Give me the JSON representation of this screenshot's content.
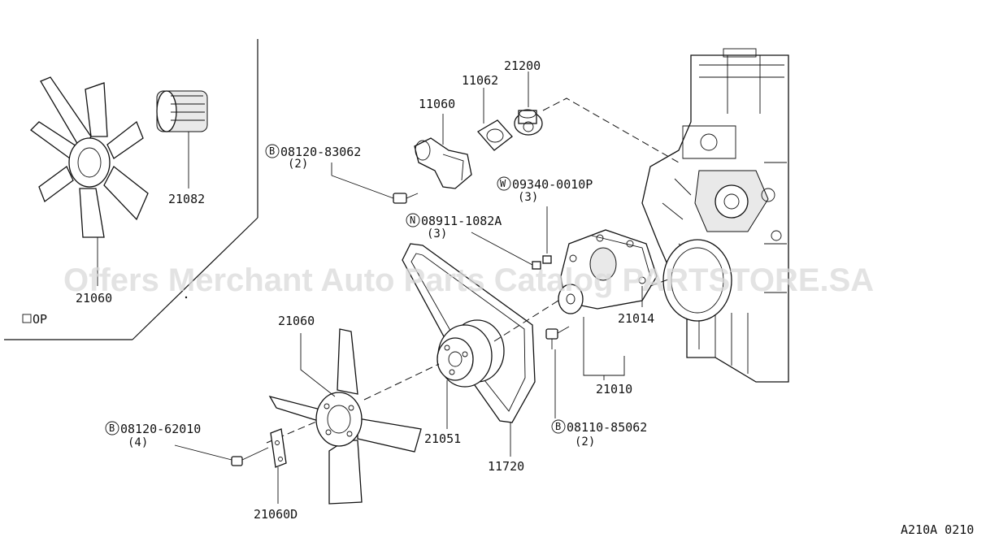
{
  "watermark": "Offers Merchant Auto Parts Catalog PARTSTORE.SA",
  "option_marker": "OP",
  "figure_code": "A210A 0210",
  "parts": {
    "fan_op": "21060",
    "fan_coupling": "21082",
    "fan_main": "21060",
    "water_outlet": "11060",
    "outlet_gasket": "11062",
    "thermostat": "21200",
    "bolt_outlet": {
      "prefix": "B",
      "number": "08120-83062",
      "qty": "(2)"
    },
    "washer": {
      "prefix": "W",
      "number": "09340-0010P",
      "qty": "(3)"
    },
    "nut": {
      "prefix": "N",
      "number": "08911-1082A",
      "qty": "(3)"
    },
    "pump_gasket": "21014",
    "water_pump": "21010",
    "pulley": "21051",
    "belt": "11720",
    "bolt_pump": {
      "prefix": "B",
      "number": "08110-85062",
      "qty": "(2)"
    },
    "bolt_fan": {
      "prefix": "B",
      "number": "08120-62010",
      "qty": "(4)"
    },
    "fan_spacer": "21060D"
  }
}
